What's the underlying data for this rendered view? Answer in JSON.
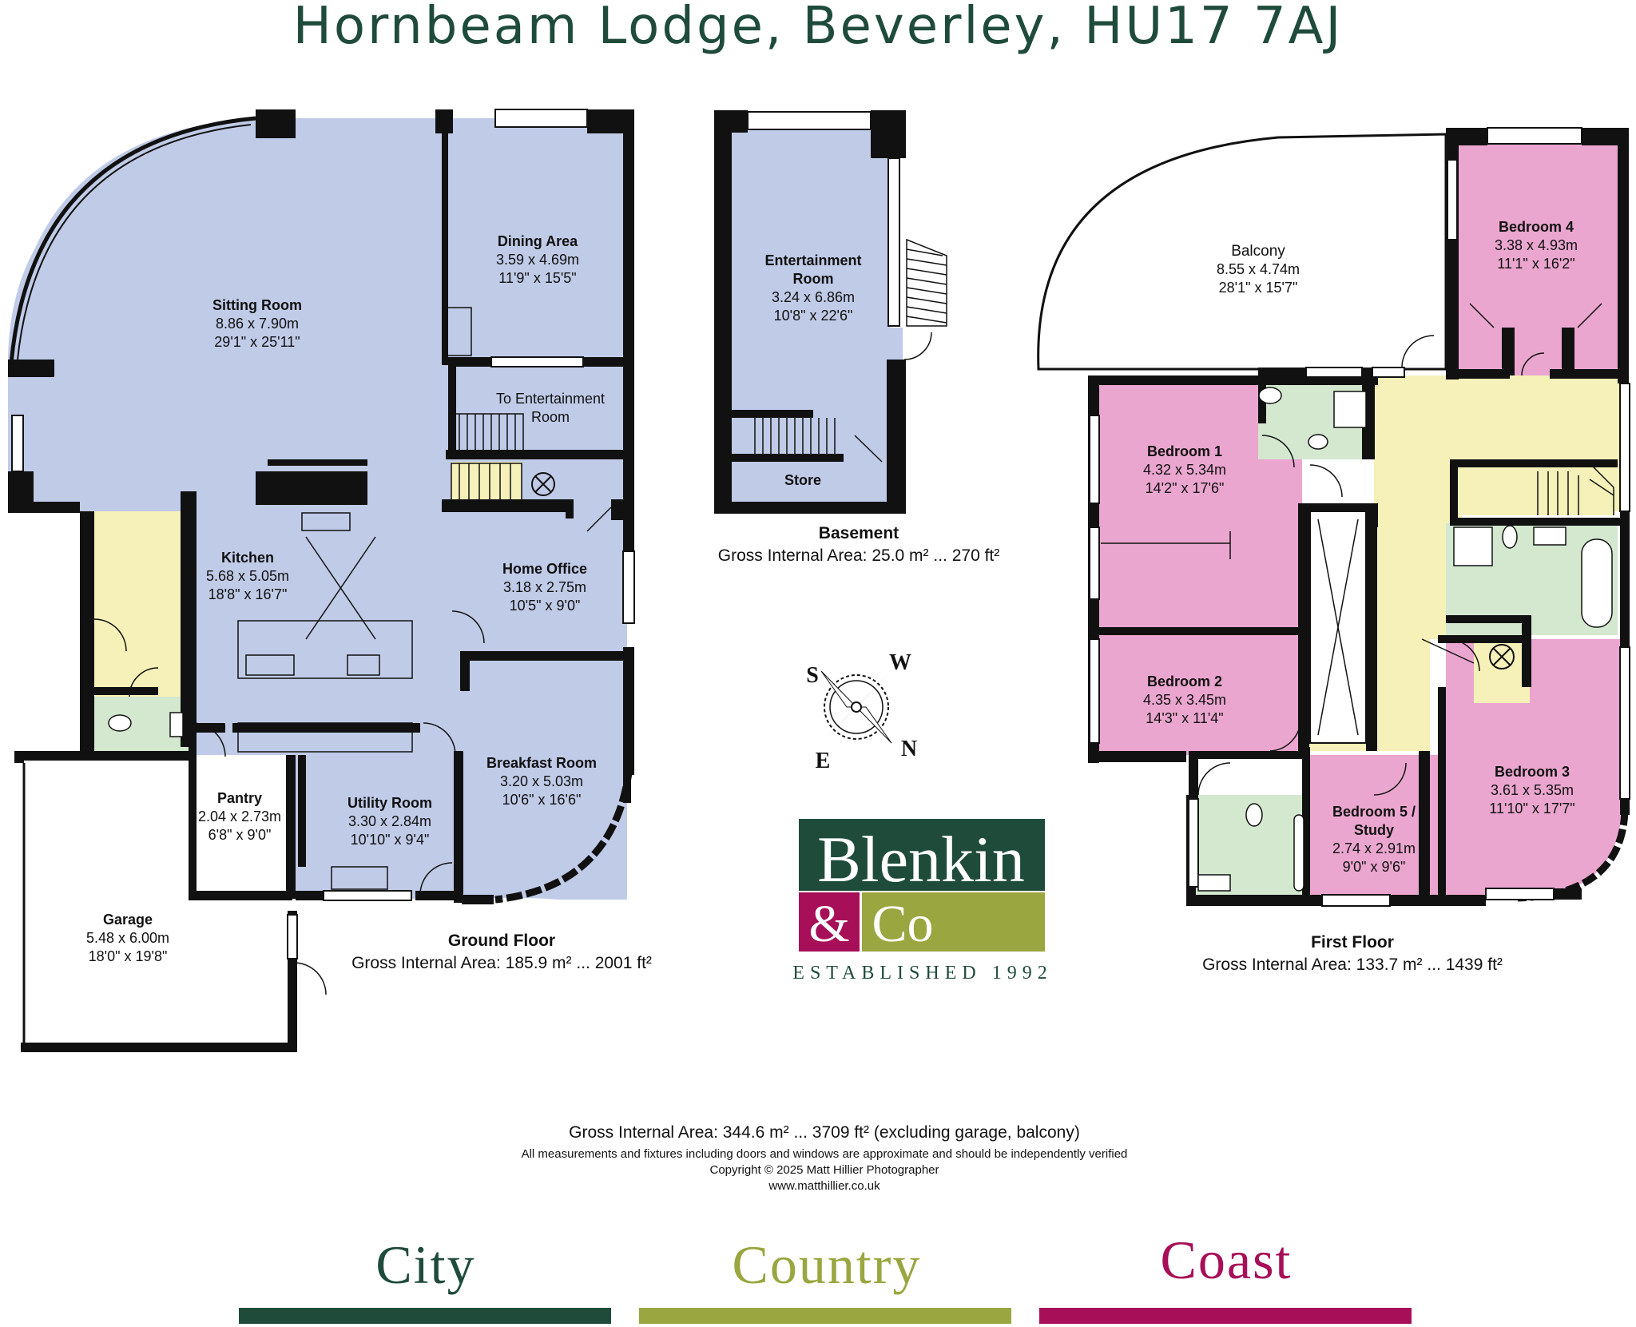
{
  "title": "Hornbeam Lodge, Beverley, HU17 7AJ",
  "colors": {
    "brand_green": "#1f4b3b",
    "brand_olive": "#9aa63f",
    "brand_magenta": "#a70f58",
    "room_blue": "#c0cbe8",
    "room_pink": "#eaa6cf",
    "room_yellow": "#f5f1b8",
    "room_green": "#d3e8cf",
    "wall": "#111111"
  },
  "floors": {
    "ground": {
      "name": "Ground Floor",
      "area": "Gross Internal Area: 185.9 m² ... 2001 ft²",
      "rooms": {
        "sitting": {
          "name": "Sitting Room",
          "metric": "8.86 x 7.90m",
          "imperial": "29'1\" x 25'11\""
        },
        "dining": {
          "name": "Dining Area",
          "metric": "3.59 x 4.69m",
          "imperial": "11'9\" x 15'5\""
        },
        "to_ent": {
          "line1": "To Entertainment",
          "line2": "Room"
        },
        "kitchen": {
          "name": "Kitchen",
          "metric": "5.68 x 5.05m",
          "imperial": "18'8\" x 16'7\""
        },
        "office": {
          "name": "Home Office",
          "metric": "3.18 x 2.75m",
          "imperial": "10'5\" x 9'0\""
        },
        "breakfast": {
          "name": "Breakfast Room",
          "metric": "3.20 x 5.03m",
          "imperial": "10'6\" x 16'6\""
        },
        "pantry": {
          "name": "Pantry",
          "metric": "2.04 x 2.73m",
          "imperial": "6'8\" x 9'0\""
        },
        "utility": {
          "name": "Utility Room",
          "metric": "3.30 x 2.84m",
          "imperial": "10'10\" x 9'4\""
        },
        "garage": {
          "name": "Garage",
          "metric": "5.48 x 6.00m",
          "imperial": "18'0\" x 19'8\""
        }
      }
    },
    "basement": {
      "name": "Basement",
      "area": "Gross Internal Area: 25.0 m² ... 270 ft²",
      "rooms": {
        "entertainment": {
          "line1": "Entertainment",
          "line2": "Room",
          "metric": "3.24 x 6.86m",
          "imperial": "10'8\" x 22'6\""
        },
        "store": {
          "name": "Store"
        }
      }
    },
    "first": {
      "name": "First Floor",
      "area": "Gross Internal Area: 133.7 m² ... 1439 ft²",
      "rooms": {
        "balcony": {
          "name": "Balcony",
          "metric": "8.55 x 4.74m",
          "imperial": "28'1\" x 15'7\""
        },
        "bed4": {
          "name": "Bedroom 4",
          "metric": "3.38 x 4.93m",
          "imperial": "11'1\" x 16'2\""
        },
        "bed1": {
          "name": "Bedroom 1",
          "metric": "4.32 x 5.34m",
          "imperial": "14'2\" x 17'6\""
        },
        "bed2": {
          "name": "Bedroom 2",
          "metric": "4.35 x 3.45m",
          "imperial": "14'3\" x 11'4\""
        },
        "bed3": {
          "name": "Bedroom 3",
          "metric": "3.61 x 5.35m",
          "imperial": "11'10\" x 17'7\""
        },
        "bed5": {
          "line1": "Bedroom 5 /",
          "line2": "Study",
          "metric": "2.74 x 2.91m",
          "imperial": "9'0\" x 9'6\""
        }
      }
    }
  },
  "compass": {
    "s": "S",
    "w": "W",
    "e": "E",
    "n": "N"
  },
  "logo": {
    "line1": "Blenkin",
    "amp": "&",
    "co": "Co",
    "established": "ESTABLISHED 1992"
  },
  "footer": {
    "total": "Gross Internal Area: 344.6 m² ... 3709 ft² (excluding garage, balcony)",
    "disclaimer": "All measurements and fixtures including doors and windows are approximate and should be independently verified",
    "copyright": "Copyright © 2025 Matt Hillier Photographer",
    "website": "www.matthillier.co.uk"
  },
  "taglines": {
    "city": "City",
    "country": "Country",
    "coast": "Coast"
  }
}
